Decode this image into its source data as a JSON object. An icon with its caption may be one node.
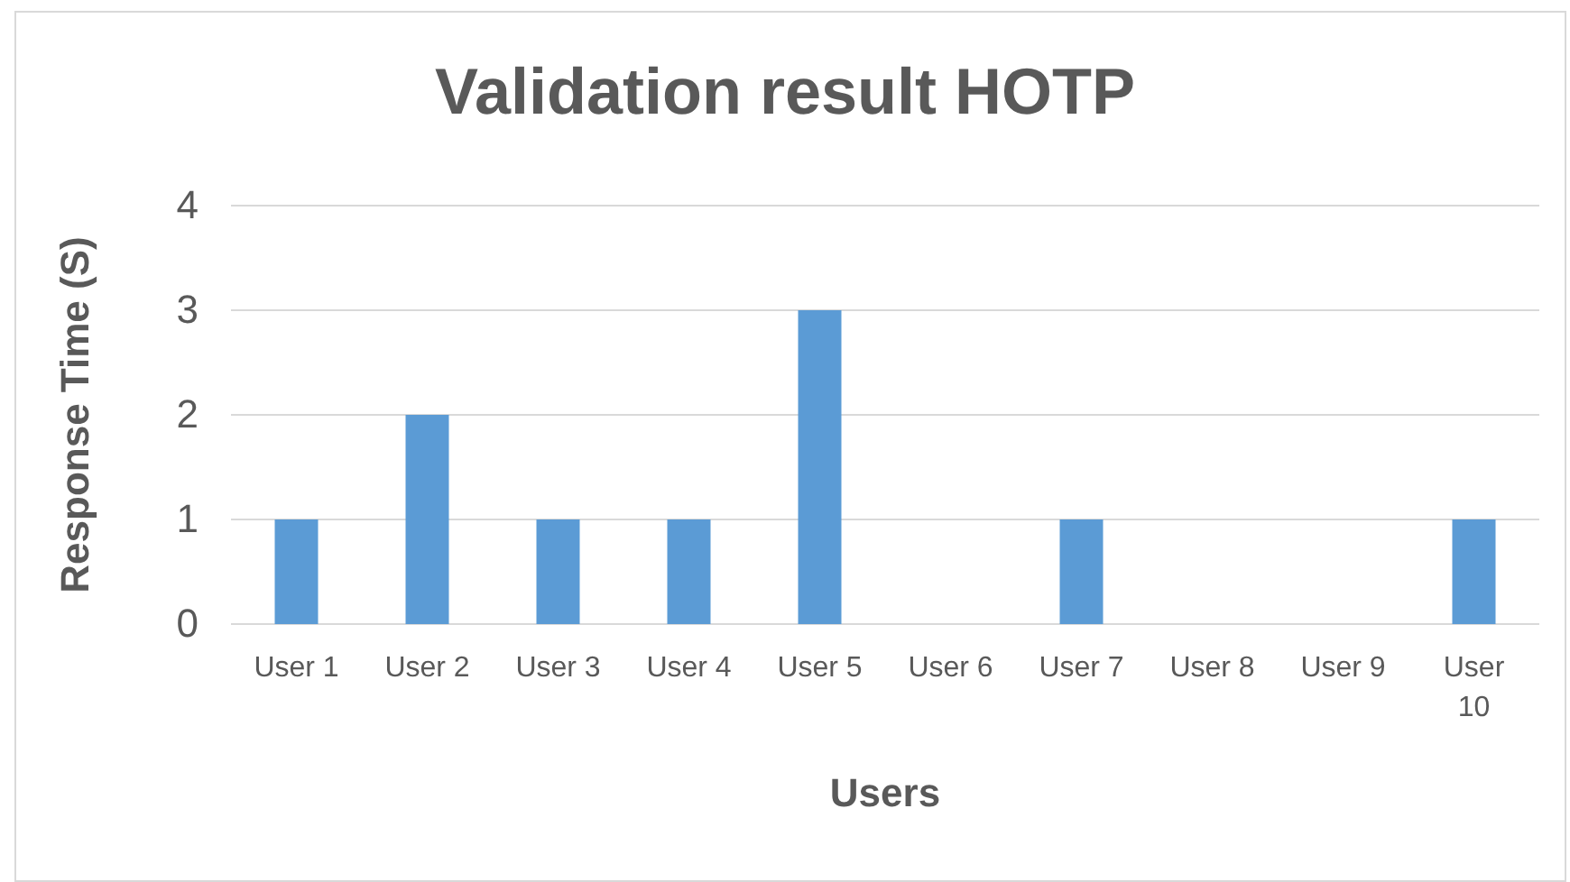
{
  "diagram": {
    "chart_data": {
      "type": "bar",
      "title": "Validation result HOTP",
      "xlabel": "Users",
      "ylabel": "Response Time (S)",
      "categories": [
        "User 1",
        "User 2",
        "User 3",
        "User 4",
        "User 5",
        "User 6",
        "User 7",
        "User 8",
        "User 9",
        "User 10"
      ],
      "series": [
        {
          "color": "#5b9bd5",
          "values": [
            1,
            2,
            1,
            1,
            3,
            0,
            1,
            0,
            0,
            1
          ]
        }
      ],
      "grid": true,
      "ylim": [
        0,
        4
      ],
      "yticks": [
        0,
        1,
        2,
        3,
        4
      ]
    }
  }
}
